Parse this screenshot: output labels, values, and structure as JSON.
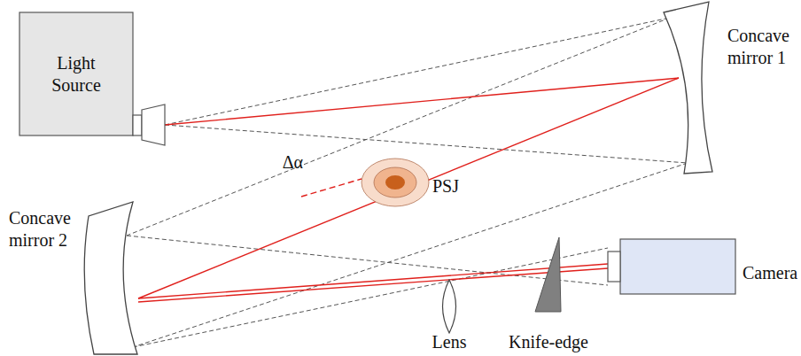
{
  "diagram": {
    "nodes": [
      {
        "text": [
          "Light Source"
        ]
      }
    ],
    "labels": [
      "Concave mirror 1",
      "Δα",
      "PSJ",
      "Concave mirror 2",
      "Lens",
      "Knife-edge",
      "Camera"
    ]
  }
}
